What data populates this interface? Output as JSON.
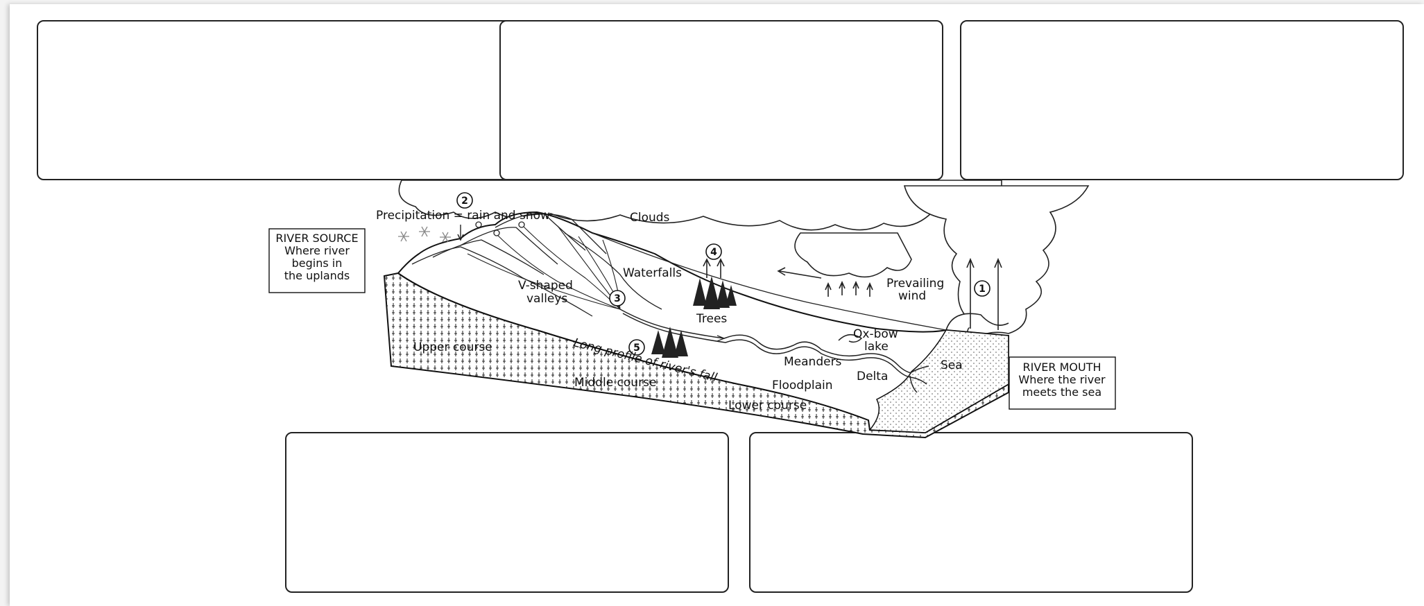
{
  "labels": {
    "precipitation": "Precipitation = rain and snow",
    "clouds": "Clouds",
    "waterfalls": "Waterfalls",
    "v_shaped_valleys": [
      "V-shaped",
      "valleys"
    ],
    "trees": "Trees",
    "prevailing_wind": [
      "Prevailing",
      "wind"
    ],
    "ox_bow_lake": [
      "Ox-bow",
      "lake"
    ],
    "meanders": "Meanders",
    "floodplain": "Floodplain",
    "delta": "Delta",
    "sea": "Sea",
    "upper_course": "Upper course",
    "middle_course": "Middle course",
    "lower_course": "Lower course",
    "long_profile": "Long profile of river's fall"
  },
  "river_source": [
    "RIVER SOURCE",
    "Where river",
    "begins in",
    "the uplands"
  ],
  "river_mouth": [
    "RIVER MOUTH",
    "Where the river",
    "meets the sea"
  ],
  "markers": [
    "1",
    "2",
    "3",
    "4",
    "5"
  ]
}
